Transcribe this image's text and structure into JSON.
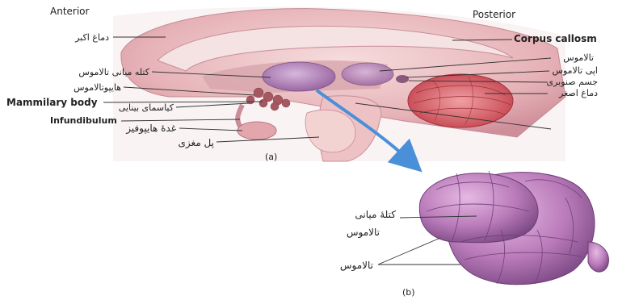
{
  "panel_a": {
    "anterior": "Anterior",
    "posterior": "Posterior",
    "caption": "(a)",
    "labels_left": {
      "cerebrum": "دماغ اکبر",
      "interthalamic_adhesion": "کتله میانی تالاموس",
      "hypothalamus": "هایپوتالاموس",
      "mammillary_body": "Mammilary body",
      "optic_chiasm": "کیاسمای بینایی",
      "infundibulum": "Infundibulum",
      "pituitary": "غدۀ هایپوفیز",
      "pons": "پل مغزی"
    },
    "labels_right": {
      "corpus_callosum": "Corpus callosm",
      "thalamus": "تالاموس",
      "epithalamus": "اپی تالاموس",
      "pineal": "جسم صنوبری",
      "cerebellum": "دماغ اصغر"
    }
  },
  "panel_b": {
    "caption": "(b)",
    "label_mass_line1": "کتلۀ میانی",
    "label_mass_line2": "تالاموس",
    "label_thalamus": "تالاموس"
  },
  "colors": {
    "brain_pink": "#e9b9bd",
    "brain_dark": "#c98c98",
    "thalamus_purple": "#b27ab5",
    "cerebellum_red": "#d9575f",
    "arrow_blue": "#4a90d9"
  }
}
